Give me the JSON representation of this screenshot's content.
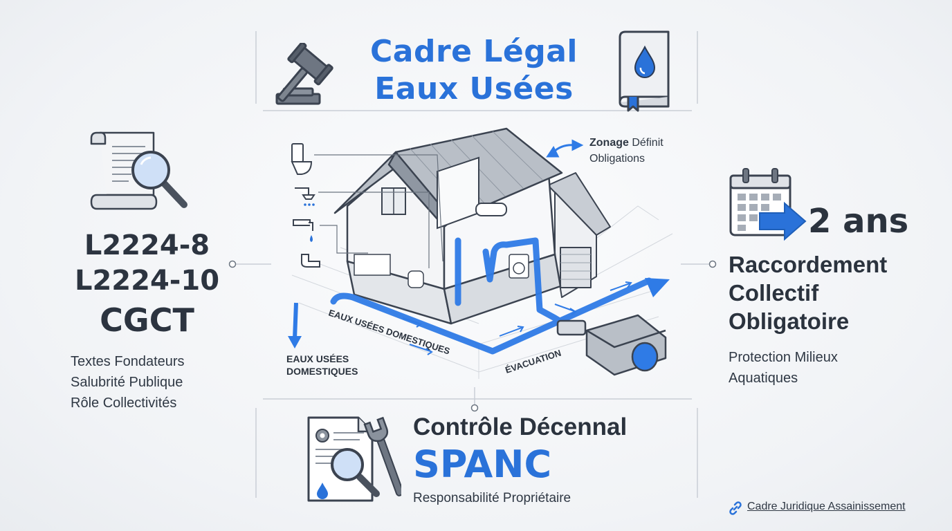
{
  "title": {
    "line1": "Cadre Légal",
    "line2": "Eaux Usées"
  },
  "left": {
    "refs": [
      "L2224-8",
      "L2224-10",
      "CGCT"
    ],
    "items": [
      "Textes Fondateurs",
      "Salubrité Publique",
      "Rôle Collectivités"
    ]
  },
  "right": {
    "duration": "2 ans",
    "title_lines": [
      "Raccordement",
      "Collectif",
      "Obligatoire"
    ],
    "subtitle_lines": [
      "Protection Milieux",
      "Aquatiques"
    ]
  },
  "bottom": {
    "title": "Contrôle Décennal",
    "acronym": "SPANC",
    "subtitle": "Responsabilité Propriétaire"
  },
  "diagram": {
    "zonage_bold": "Zonage",
    "zonage_rest": " Définit",
    "zonage_line2": "Obligations",
    "label_domestic_1": "EAUX USÉES",
    "label_domestic_2": "DOMESTIQUES",
    "label_pipe": "EAUX USÉES DOMESTIQUES",
    "label_evac": "ÉVACUATION"
  },
  "footer": {
    "link": "Cadre Juridique Assainissement"
  },
  "colors": {
    "accent": "#2a72d9",
    "text": "#2b333e",
    "pipe": "#2f7be6",
    "line": "#c9ced6"
  }
}
